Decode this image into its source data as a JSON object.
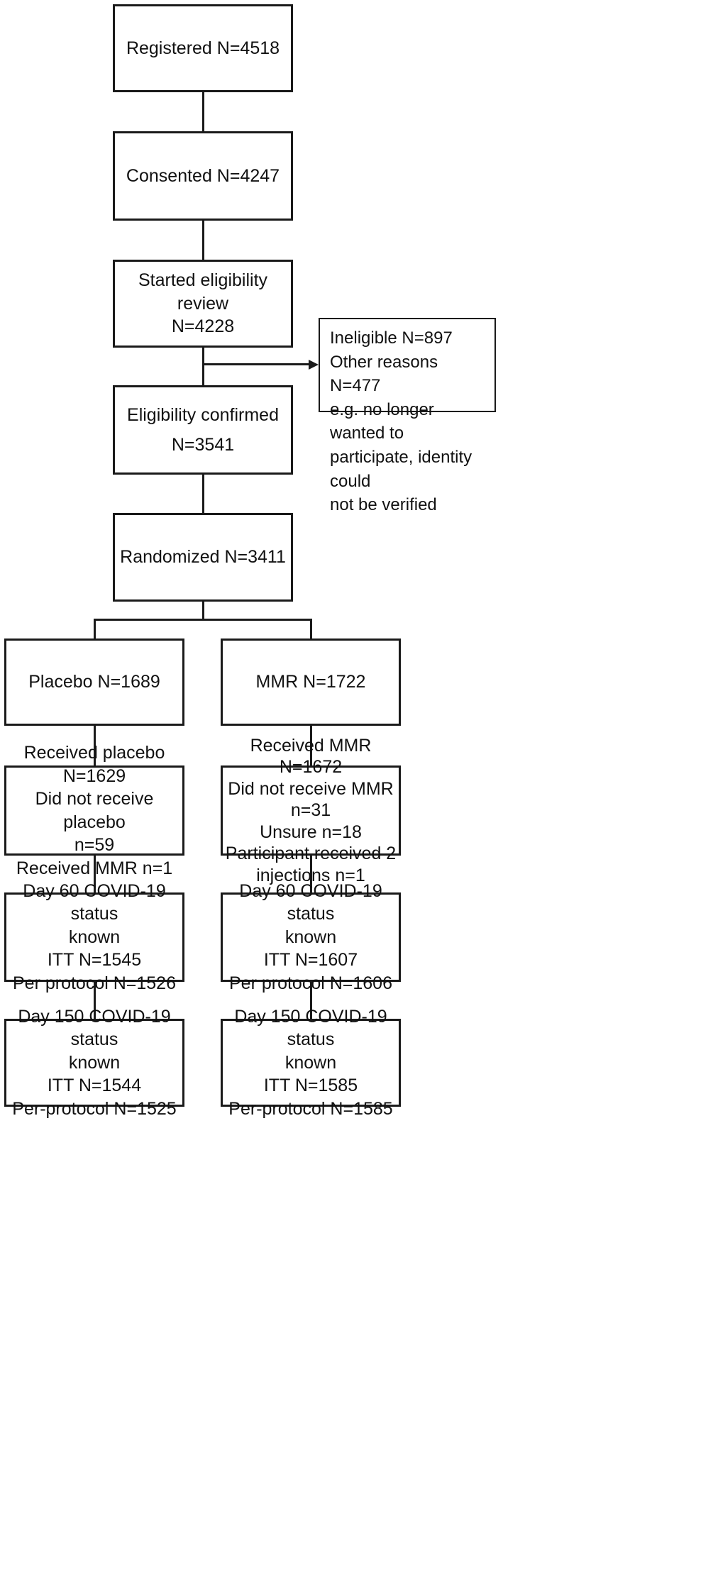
{
  "flow": {
    "registered": "Registered N=4518",
    "consented": "Consented N=4247",
    "review": {
      "line1": "Started eligibility review",
      "line2": "N=4228"
    },
    "exclusion": {
      "line1": "Ineligible N=897",
      "line2": "Other reasons N=477",
      "line3": "e.g. no longer wanted to",
      "line4": "participate, identity could",
      "line5": "not be verified"
    },
    "confirmed": {
      "line1": "Eligibility confirmed",
      "line2": "N=3541"
    },
    "randomized": "Randomized N=3411"
  },
  "placebo_arm": {
    "allocated": "Placebo N=1689",
    "received": {
      "line1": "Received placebo N=1629",
      "line2": "Did not receive placebo",
      "line3": "n=59",
      "line4": "Received MMR n=1"
    },
    "day60": {
      "line1": "Day 60 COVID-19 status",
      "line2": "known",
      "line3": "ITT N=1545",
      "line4": "Per protocol N=1526"
    },
    "day150": {
      "line1": "Day 150 COVID-19 status",
      "line2": "known",
      "line3": "ITT N=1544",
      "line4": "Per-protocol N=1525"
    }
  },
  "mmr_arm": {
    "allocated": "MMR N=1722",
    "received": {
      "line1": "Received MMR N=1672",
      "line2": "Did not receive MMR n=31",
      "line3": "Unsure n=18",
      "line4": "Participant received 2",
      "line5": "injections n=1"
    },
    "day60": {
      "line1": "Day 60 COVID-19 status",
      "line2": "known",
      "line3": "ITT N=1607",
      "line4": "Per protocol N=1606"
    },
    "day150": {
      "line1": "Day 150 COVID-19 status",
      "line2": "known",
      "line3": "ITT N=1585",
      "line4": "Per-protocol N=1585"
    }
  }
}
